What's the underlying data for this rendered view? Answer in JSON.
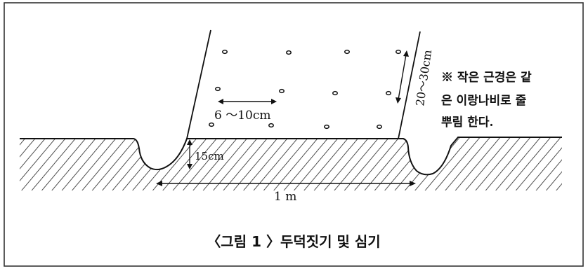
{
  "figure": {
    "labels": {
      "row_spacing": "20～30cm",
      "plant_spacing": "6 ～10cm",
      "furrow_depth": "15cm",
      "bed_width": "1 m"
    },
    "note_lines": [
      "※ 작은 근경은 같",
      "은 이랑나비로 줄",
      "뿌림 한다."
    ],
    "caption": "〈그림 1 〉두덕짓기 및 심기"
  }
}
